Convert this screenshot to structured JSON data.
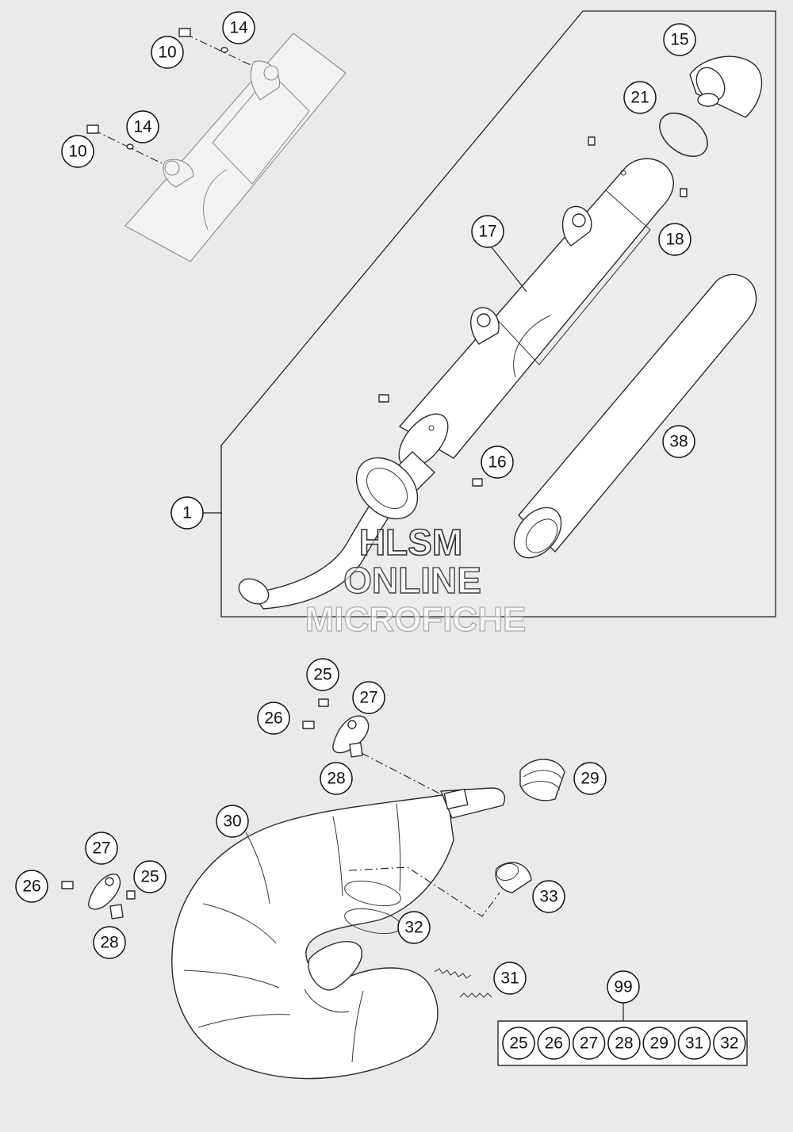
{
  "callouts": [
    {
      "id": "c-1",
      "label": "1"
    },
    {
      "id": "c-10a",
      "label": "10"
    },
    {
      "id": "c-10b",
      "label": "10"
    },
    {
      "id": "c-14a",
      "label": "14"
    },
    {
      "id": "c-14b",
      "label": "14"
    },
    {
      "id": "c-15",
      "label": "15"
    },
    {
      "id": "c-16",
      "label": "16"
    },
    {
      "id": "c-17",
      "label": "17"
    },
    {
      "id": "c-18",
      "label": "18"
    },
    {
      "id": "c-21",
      "label": "21"
    },
    {
      "id": "c-38",
      "label": "38"
    },
    {
      "id": "c-25a",
      "label": "25"
    },
    {
      "id": "c-26a",
      "label": "26"
    },
    {
      "id": "c-27a",
      "label": "27"
    },
    {
      "id": "c-28a",
      "label": "28"
    },
    {
      "id": "c-29",
      "label": "29"
    },
    {
      "id": "c-30",
      "label": "30"
    },
    {
      "id": "c-27b",
      "label": "27"
    },
    {
      "id": "c-25b",
      "label": "25"
    },
    {
      "id": "c-26b",
      "label": "26"
    },
    {
      "id": "c-28b",
      "label": "28"
    },
    {
      "id": "c-33",
      "label": "33"
    },
    {
      "id": "c-32",
      "label": "32"
    },
    {
      "id": "c-31",
      "label": "31"
    },
    {
      "id": "c-99",
      "label": "99"
    }
  ],
  "kit_99": {
    "label": "99",
    "parts": [
      "25",
      "26",
      "27",
      "28",
      "29",
      "31",
      "32"
    ]
  },
  "watermark": {
    "line1": "HLSM",
    "line2": "ONLINE",
    "line3": "MICROFICHE"
  },
  "colors": {
    "background": "#eaeaea",
    "line": "#222222",
    "part_fill": "#ffffff"
  }
}
